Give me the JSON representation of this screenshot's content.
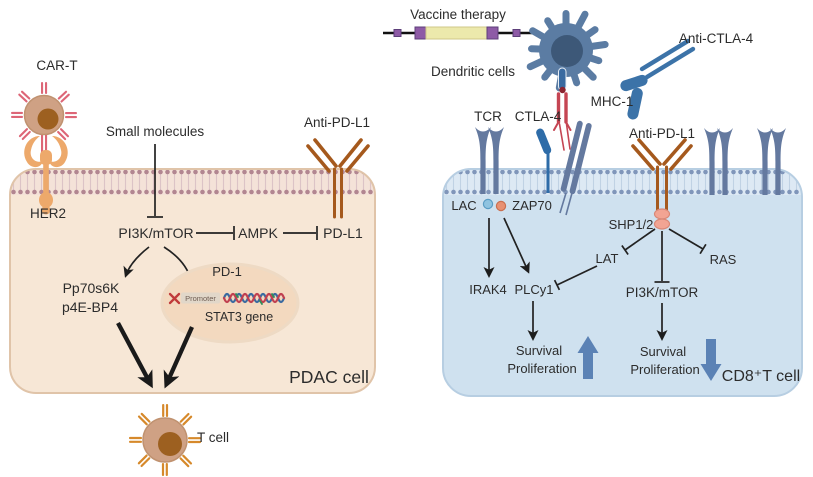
{
  "figure": {
    "title": "PDAC immunotherapy pathway diagram",
    "type": "pathway-diagram"
  },
  "colors": {
    "pdac_cell_fill": "#f7e7d6",
    "pdac_membrane_head": "#b28691",
    "cd8_cell_fill": "#cfe1ef",
    "cd8_membrane_head": "#8096ba",
    "antibody_brown": "#a5591d",
    "antibody_blue": "#3c73a8",
    "mhc_red": "#c54553",
    "receptor_slate": "#64799f",
    "dendritic_blue": "#5b7ca3",
    "dendritic_nucleus": "#3d5878",
    "shp_salmon": "#f2a493",
    "block_arrow_blue": "#5b82b5",
    "car_t_spike_pink": "#dd6677",
    "t_cell_spike_orange": "#d6892b",
    "her2_orange": "#eda96b",
    "vaccine_purple": "#8e5ba6",
    "vaccine_yellow": "#ece9ac",
    "nucleus_fill": "#f3d9bf"
  },
  "pdac": {
    "cell_label": "PDAC cell",
    "car_t": "CAR-T",
    "her2": "HER2",
    "small_molecules": "Small molecules",
    "anti_pdl1": "Anti-PD-L1",
    "pi3k_mtor": "PI3K/mTOR",
    "ampk": "AMPK",
    "pdl1": "PD-L1",
    "pp70s6k": "Pp70s6K",
    "p4e_bp4": "p4E-BP4",
    "pd1": "PD-1",
    "promoter": "Promoter",
    "stat3_gene": "STAT3 gene",
    "t_cell": "T cell"
  },
  "cd8": {
    "cell_label": "CD8⁺T cell",
    "vaccine_therapy": "Vaccine therapy",
    "dendritic_cells": "Dendritic cells",
    "anti_ctla4": "Anti-CTLA-4",
    "mhc1": "MHC-1",
    "tcr": "TCR",
    "ctla4": "CTLA-4",
    "anti_pdl1": "Anti-PD-L1",
    "lac": "LAC",
    "zap70": "ZAP70",
    "shp12": "SHP1/2",
    "lat": "LAT",
    "ras": "RAS",
    "irak4": "IRAK4",
    "plcy1": "PLCy1",
    "pi3k_mtor": "PI3K/mTOR",
    "survival_up": {
      "line1": "Survival",
      "line2": "Proliferation"
    },
    "survival_down": {
      "line1": "Survival",
      "line2": "Proliferation"
    }
  }
}
